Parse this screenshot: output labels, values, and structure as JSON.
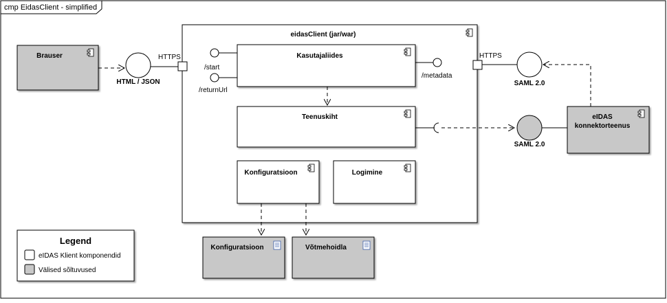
{
  "diagram": {
    "frame_title": "cmp EidasClient - simplified",
    "container": {
      "name": "eidasClient (jar/war)"
    },
    "components": {
      "brauser": "Brauser",
      "kasutajaliides": "Kasutajaliides",
      "teenuskiht": "Teenuskiht",
      "konfiguratsioon_inner": "Konfiguratsioon",
      "logimine": "Logimine",
      "konfiguratsioon_ext": "Konfiguratsioon",
      "votmehoidla": "Võtmehoidla",
      "eidas_line1": "eIDAS",
      "eidas_line2": "konnektorteenus"
    },
    "interfaces": {
      "html_json": "HTML / JSON",
      "https_left": "HTTPS",
      "https_right": "HTTPS",
      "start": "/start",
      "return_url": "/returnUrl",
      "metadata": "/metadata",
      "saml_top": "SAML 2.0",
      "saml_bottom": "SAML 2.0"
    },
    "legend": {
      "title": "Legend",
      "items": [
        {
          "label": "eIDAS Klient komponendid",
          "swatch": "#ffffff"
        },
        {
          "label": "Välised sõltuvused",
          "swatch": "#c8c8c8"
        }
      ]
    },
    "colors": {
      "internal_fill": "#ffffff",
      "external_fill": "#c8c8c8",
      "stroke": "#000000"
    }
  }
}
